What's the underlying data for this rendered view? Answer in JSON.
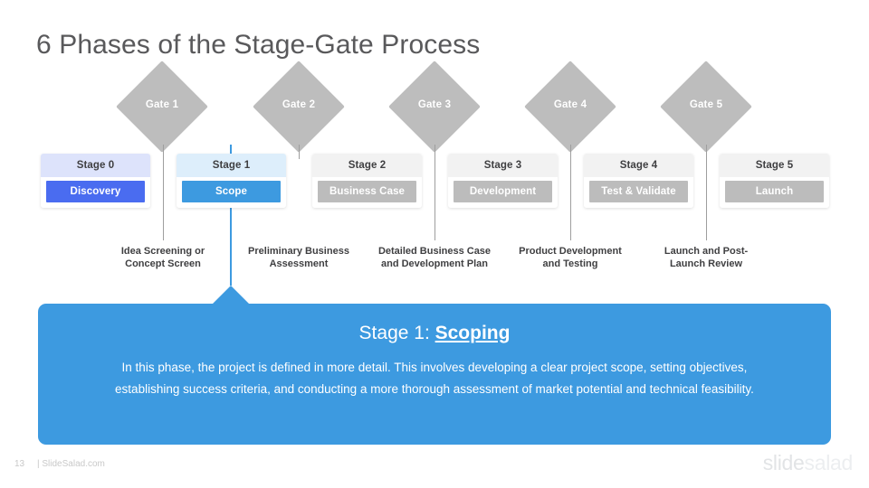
{
  "slide": {
    "title": "6 Phases of the Stage-Gate Process",
    "accent_blue": "#3d9ae0",
    "accent_indigo": "#4a6cf0",
    "gate_gray": "#bdbdbd",
    "stage_gray": "#bcbcbc"
  },
  "gates": [
    {
      "label": "Gate 1"
    },
    {
      "label": "Gate 2"
    },
    {
      "label": "Gate 3"
    },
    {
      "label": "Gate 4"
    },
    {
      "label": "Gate 5"
    }
  ],
  "stages": [
    {
      "title": "Stage 0",
      "name": "Discovery",
      "header_bg": "#dde3fb",
      "bar_bg": "#4a6cf0"
    },
    {
      "title": "Stage 1",
      "name": "Scope",
      "header_bg": "#ddeefb",
      "bar_bg": "#3d9ae0"
    },
    {
      "title": "Stage 2",
      "name": "Business  Case",
      "header_bg": "#f2f2f2",
      "bar_bg": "#bcbcbc"
    },
    {
      "title": "Stage 3",
      "name": "Development",
      "header_bg": "#f2f2f2",
      "bar_bg": "#bcbcbc"
    },
    {
      "title": "Stage 4",
      "name": "Test & Validate",
      "header_bg": "#f2f2f2",
      "bar_bg": "#bcbcbc"
    },
    {
      "title": "Stage 5",
      "name": "Launch",
      "header_bg": "#f2f2f2",
      "bar_bg": "#bcbcbc"
    }
  ],
  "captions": [
    {
      "line1": "Idea Screening or",
      "line2": "Concept Screen"
    },
    {
      "line1": "Preliminary  Business",
      "line2": "Assessment"
    },
    {
      "line1": "Detailed Business Case",
      "line2": "and Development Plan"
    },
    {
      "line1": "Product Development",
      "line2": "and Testing"
    },
    {
      "line1": "Launch and Post-",
      "line2": "Launch Review"
    }
  ],
  "callout": {
    "heading_prefix": "Stage 1: ",
    "heading_emphasis": "Scoping",
    "body": "In this phase, the project is defined in more detail. This involves developing a clear project scope, setting objectives, establishing success criteria, and conducting a more thorough assessment of market potential and technical feasibility."
  },
  "footer": {
    "page_number": "13",
    "site": "| SlideSalad.com",
    "brand_part1": "slide",
    "brand_part2": "salad"
  }
}
